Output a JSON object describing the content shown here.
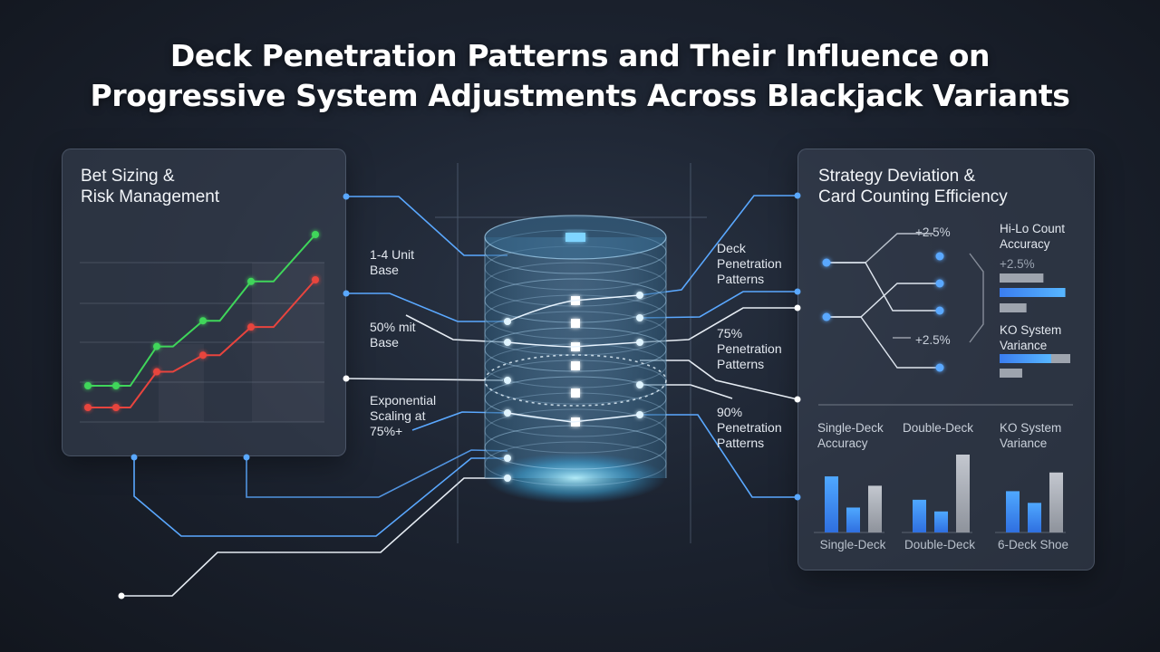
{
  "title": {
    "line1": "Deck Penetration Patterns and Their Influence on",
    "line2": "Progressive System Adjustments Across Blackjack Variants"
  },
  "left_panel": {
    "title_line1": "Bet Sizing &",
    "title_line2": "Risk Management"
  },
  "center_labels": {
    "unit_base": [
      "1-4 Unit",
      "Base"
    ],
    "mit_base": [
      "50% mit",
      "Base"
    ],
    "exp_scaling": [
      "Exponential",
      "Scaling at",
      "75%+"
    ],
    "deck_pen": [
      "Deck",
      "Penetration",
      "Patterns"
    ],
    "pen75": [
      "75%",
      "Penetration",
      "Patterns"
    ],
    "pen90": [
      "90%",
      "Penetration",
      "Patterns"
    ]
  },
  "right_panel": {
    "title_line1": "Strategy Deviation &",
    "title_line2": "Card Counting Efficiency",
    "pct_top": "+2.5%",
    "pct_bottom": "+2.5%",
    "hilo": {
      "label_line1": "Hi-Lo Count",
      "label_line2": "Accuracy",
      "value": "+2.5%"
    },
    "ko": {
      "label_line1": "KO System",
      "label_line2": "Variance"
    },
    "bar_headers": {
      "single": [
        "Single-Deck",
        "Accuracy"
      ],
      "double": [
        "Double-Deck"
      ],
      "ko": [
        "KO System",
        "Variance"
      ]
    },
    "bar_groups": [
      {
        "label": "Single-Deck",
        "values": [
          0.72,
          0.32,
          0.6
        ]
      },
      {
        "label": "Double-Deck",
        "values": [
          0.42,
          0.27,
          1.0
        ]
      },
      {
        "label": "6-Deck Shoe",
        "values": [
          0.53,
          0.38,
          0.77
        ]
      }
    ],
    "hilo_bars": [
      0.62,
      0.93,
      0.38
    ],
    "ko_bars": [
      0.73,
      0.32
    ]
  },
  "line_chart": {
    "green": [
      0.0,
      0.0,
      0.26,
      0.43,
      0.69,
      1.0
    ],
    "red": [
      0.0,
      0.0,
      0.28,
      0.41,
      0.63,
      1.0
    ]
  },
  "colors": {
    "accent": "#4aa3ff",
    "green": "#3fd65a",
    "red": "#e8443e",
    "bar_blue": "#3d8cff",
    "bar_grey": "#a9aeb8"
  }
}
